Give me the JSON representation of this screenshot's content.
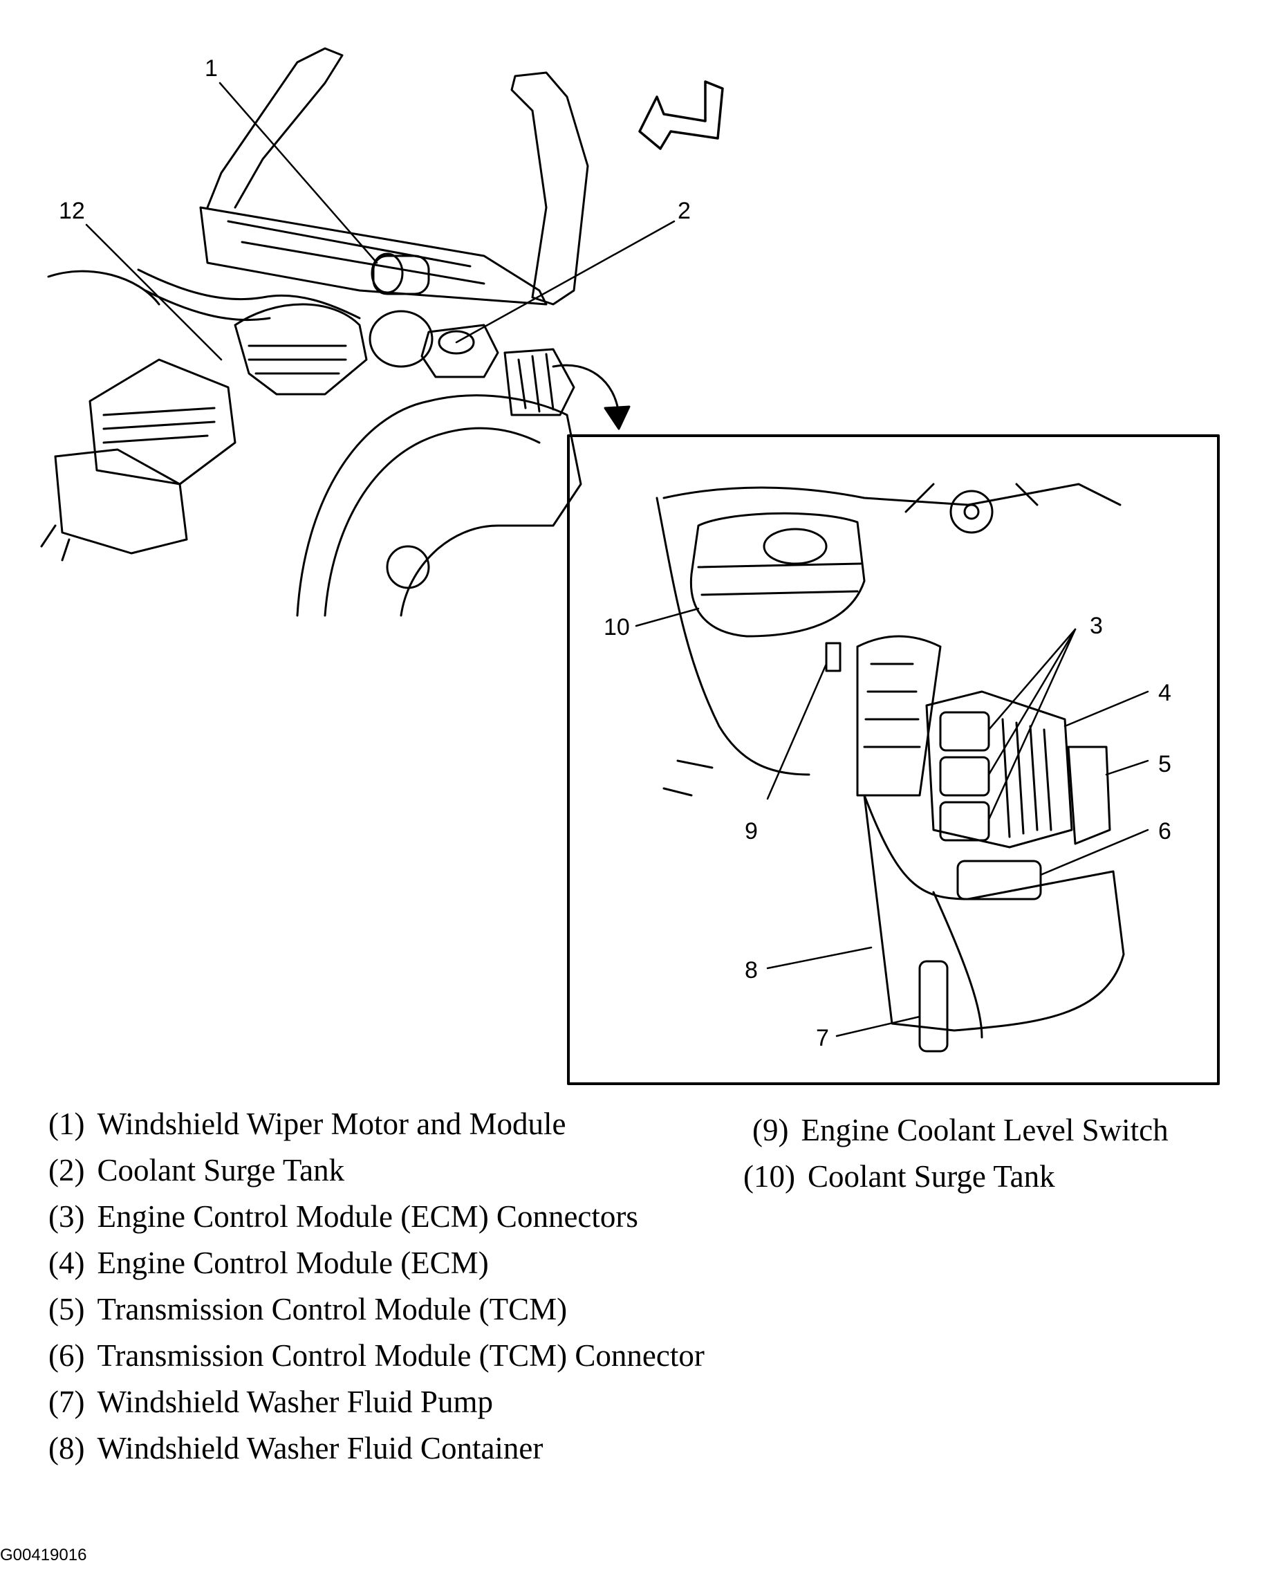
{
  "callouts": [
    "1",
    "2",
    "12",
    "10",
    "3",
    "4",
    "5",
    "9",
    "6",
    "8",
    "7"
  ],
  "legend": [
    {
      "num": "(1)",
      "text": "Windshield Wiper Motor and Module"
    },
    {
      "num": "(2)",
      "text": "Coolant Surge Tank"
    },
    {
      "num": "(3)",
      "text": "Engine Control Module (ECM) Connectors"
    },
    {
      "num": "(4)",
      "text": "Engine Control Module (ECM)"
    },
    {
      "num": "(5)",
      "text": "Transmission Control Module (TCM)"
    },
    {
      "num": "(6)",
      "text": "Transmission Control Module (TCM) Connector"
    },
    {
      "num": "(7)",
      "text": "Windshield Washer Fluid Pump"
    },
    {
      "num": "(8)",
      "text": "Windshield Washer Fluid Container"
    },
    {
      "num": "(9)",
      "text": "Engine Coolant Level Switch"
    },
    {
      "num": "(10)",
      "text": "Coolant Surge Tank"
    }
  ],
  "figure_code": "G00419016",
  "colors": {
    "ink": "#000000",
    "paper": "#ffffff"
  }
}
